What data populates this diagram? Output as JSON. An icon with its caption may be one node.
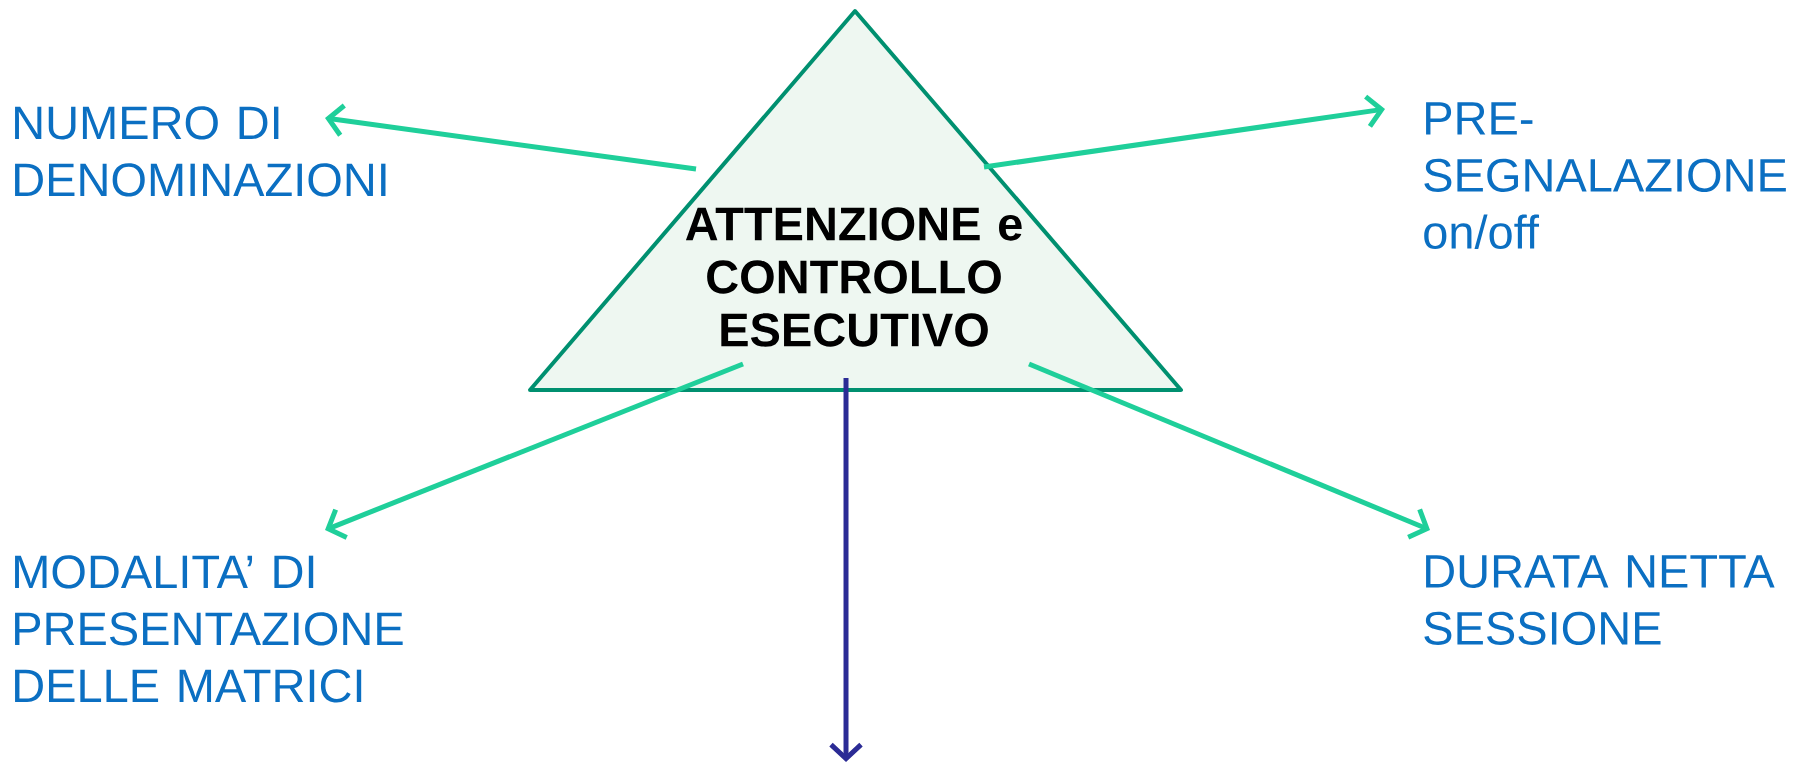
{
  "diagram": {
    "nodes": [
      {
        "text": [
          "ATTENZIONE e CONTROLLO ESECUTIVO"
        ]
      },
      {
        "text": [
          "NUMERO DI DENOMINAZIONI"
        ]
      },
      {
        "text": [
          "PRE-SEGNALAZIONE on/off"
        ]
      },
      {
        "text": [
          "MODALITA’ DI PRESENTAZIONE DELLE MATRICI"
        ]
      },
      {
        "text": [
          "DURATA NETTA SESSIONE"
        ]
      }
    ],
    "edges": [
      {
        "from": 0,
        "to": 1,
        "arrow": "to"
      },
      {
        "from": 0,
        "to": 2,
        "arrow": "to"
      },
      {
        "from": 0,
        "to": 3,
        "arrow": "to"
      },
      {
        "from": 0,
        "to": 4,
        "arrow": "to"
      },
      {
        "from": 0,
        "to": null,
        "arrow": "to",
        "color": "#2b2b95"
      }
    ]
  }
}
